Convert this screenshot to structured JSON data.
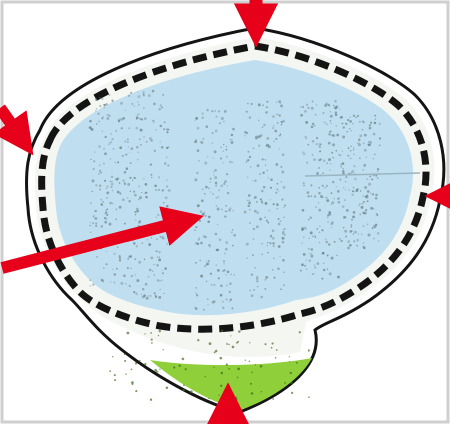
{
  "diagram": {
    "labels": [],
    "colors": {
      "background": "#ffffff",
      "outer_frame": "#cfcfcf",
      "cell_fill": "#bfdff1",
      "stipple_fill": "#6a7d86",
      "pale_band": "#f4f6f2",
      "green_base": "#8fcf3a",
      "membrane_line": "#141414",
      "arrow": "#e6001a"
    },
    "arrows": [
      {
        "icon": "arrow-down-icon",
        "target": "top-membrane"
      },
      {
        "icon": "arrow-down-right-icon",
        "target": "left-membrane"
      },
      {
        "icon": "arrow-left-icon",
        "target": "right-membrane"
      },
      {
        "icon": "arrow-up-right-icon",
        "target": "cell-interior"
      },
      {
        "icon": "arrow-up-icon",
        "target": "green-base"
      }
    ]
  }
}
